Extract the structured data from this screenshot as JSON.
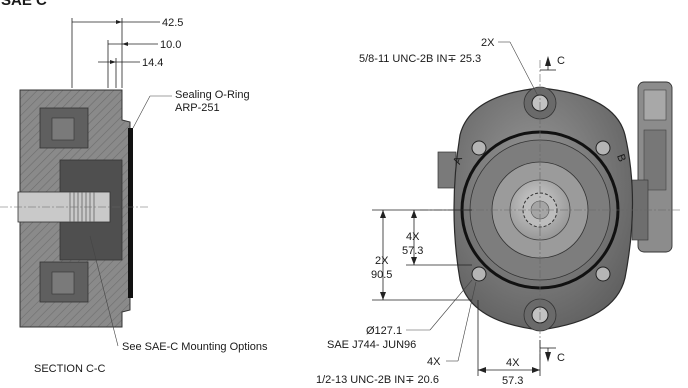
{
  "title": "SAE C",
  "section_view": {
    "dim_42_5": "42.5",
    "dim_10_0": "10.0",
    "dim_14_4": "14.4",
    "oring_line1": "Sealing O-Ring",
    "oring_line2": "ARP-251",
    "mount_note": "See SAE-C Mounting Options",
    "section_label": "SECTION C-C"
  },
  "front_view": {
    "top_qty": "2X",
    "top_thread": "5/8-11 UNC-2B IN∓ 25.3",
    "section_mark_top": "C",
    "section_mark_bottom": "C",
    "port_a": "A",
    "port_b": "B",
    "dim_4x_qty": "4X",
    "dim_4x_val": "57.3",
    "dim_2x_qty": "2X",
    "dim_2x_val": "90.5",
    "pilot_dia": "Ø127.1",
    "pilot_std": "SAE J744- JUN96",
    "bolt_qty": "4X",
    "bolt_thread": "1/2-13 UNC-2B IN∓ 20.6",
    "horiz_qty": "4X",
    "horiz_val": "57.3"
  }
}
